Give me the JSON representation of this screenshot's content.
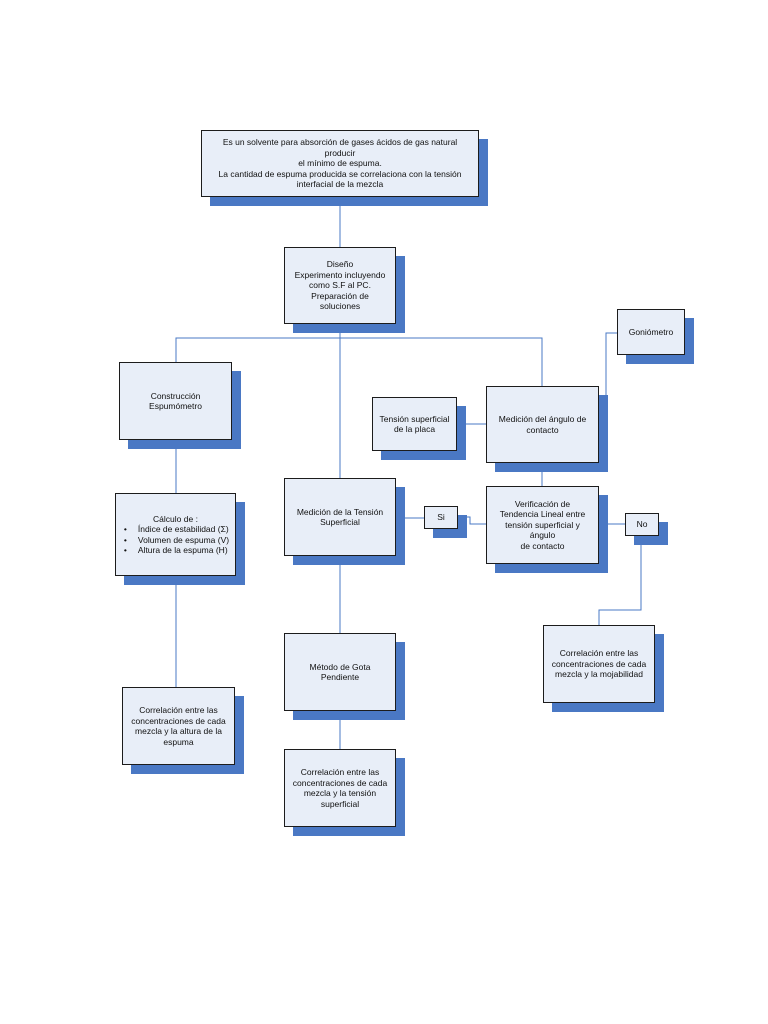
{
  "nodes": {
    "top": "Es un solvente para absorción de gases ácidos de gas natural producir\nel mínimo de espuma.\nLa cantidad de espuma producida se correlaciona con la tensión\ninterfacial de la mezcla",
    "diseno": "Diseño\nExperimento incluyendo\ncomo S.F al PC.\nPreparación de soluciones",
    "goniometro": "Goniómetro",
    "construccion": "Construcción Espumómetro",
    "tension_placa": "Tensión superficial\nde la placa",
    "angulo": "Medición del ángulo de\ncontacto",
    "medicion_tension": "Medición de la Tensión\nSuperficial",
    "si": "Si",
    "verificacion": "Verificación de\nTendencia Lineal entre\ntensión superficial y ángulo\nde contacto",
    "no": "No",
    "calculo": {
      "title": "Cálculo de :",
      "items": [
        "Índice de estabilidad (Σ)",
        "Volumen de espuma (V)",
        "Altura de la espuma (H)"
      ]
    },
    "corr_mojabilidad": "Correlación entre las\nconcentraciones de cada\nmezcla y la mojabilidad",
    "gota": "Método de Gota Pendiente",
    "corr_altura": "Correlación entre las\nconcentraciones de cada\nmezcla y la altura de la\nespuma",
    "corr_tension": "Correlación entre las\nconcentraciones de cada\nmezcla y la tensión\nsuperficial"
  },
  "colors": {
    "box_fill": "#e8eef8",
    "shadow": "#4a78c4",
    "connector": "#4a78c4",
    "border": "#1c1c1c"
  }
}
